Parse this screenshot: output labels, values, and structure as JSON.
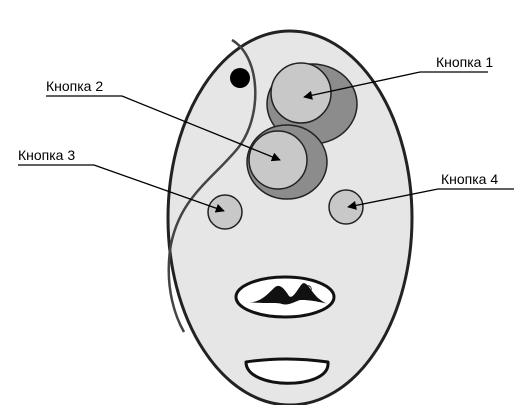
{
  "labels": {
    "button1": "Кнопка 1",
    "button2": "Кнопка 2",
    "button3": "Кнопка 3",
    "button4": "Кнопка 4"
  },
  "colors": {
    "body": "#e6e6e6",
    "outline": "#222222",
    "button_face": "#c8c8c8",
    "button_shadow": "#8c8c8c",
    "led": "#000000",
    "logo_fill": "#ffffff"
  },
  "icons": {
    "led": "led-indicator-icon",
    "logo": "brand-logo-icon",
    "key_ring": "key-ring-slot-icon"
  }
}
